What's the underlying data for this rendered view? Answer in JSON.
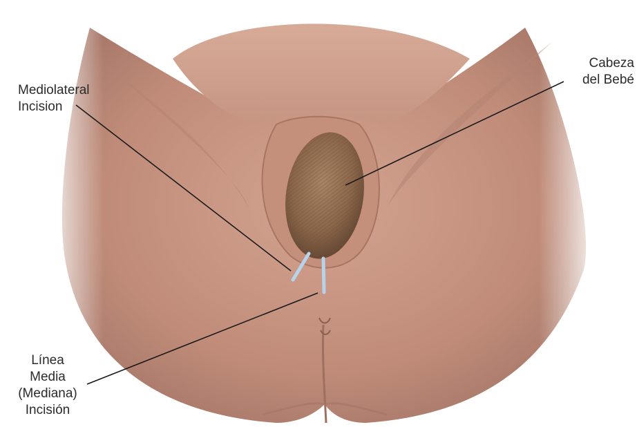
{
  "labels": {
    "mediolateral": {
      "line1": "Mediolateral",
      "line2": "Incision"
    },
    "baby_head": {
      "line1": "Cabeza",
      "line2": "del Bebé"
    },
    "midline": {
      "line1": "Línea",
      "line2": "Media",
      "line3": "(Mediana)",
      "line4": "Incisión"
    }
  },
  "colors": {
    "skin": "#c79684",
    "skin_shadow": "#a87563",
    "skin_light": "#d8ab98",
    "head": "#8f6b4d",
    "incision": "#b7d3e9",
    "leader_line": "#1a1a1a"
  }
}
